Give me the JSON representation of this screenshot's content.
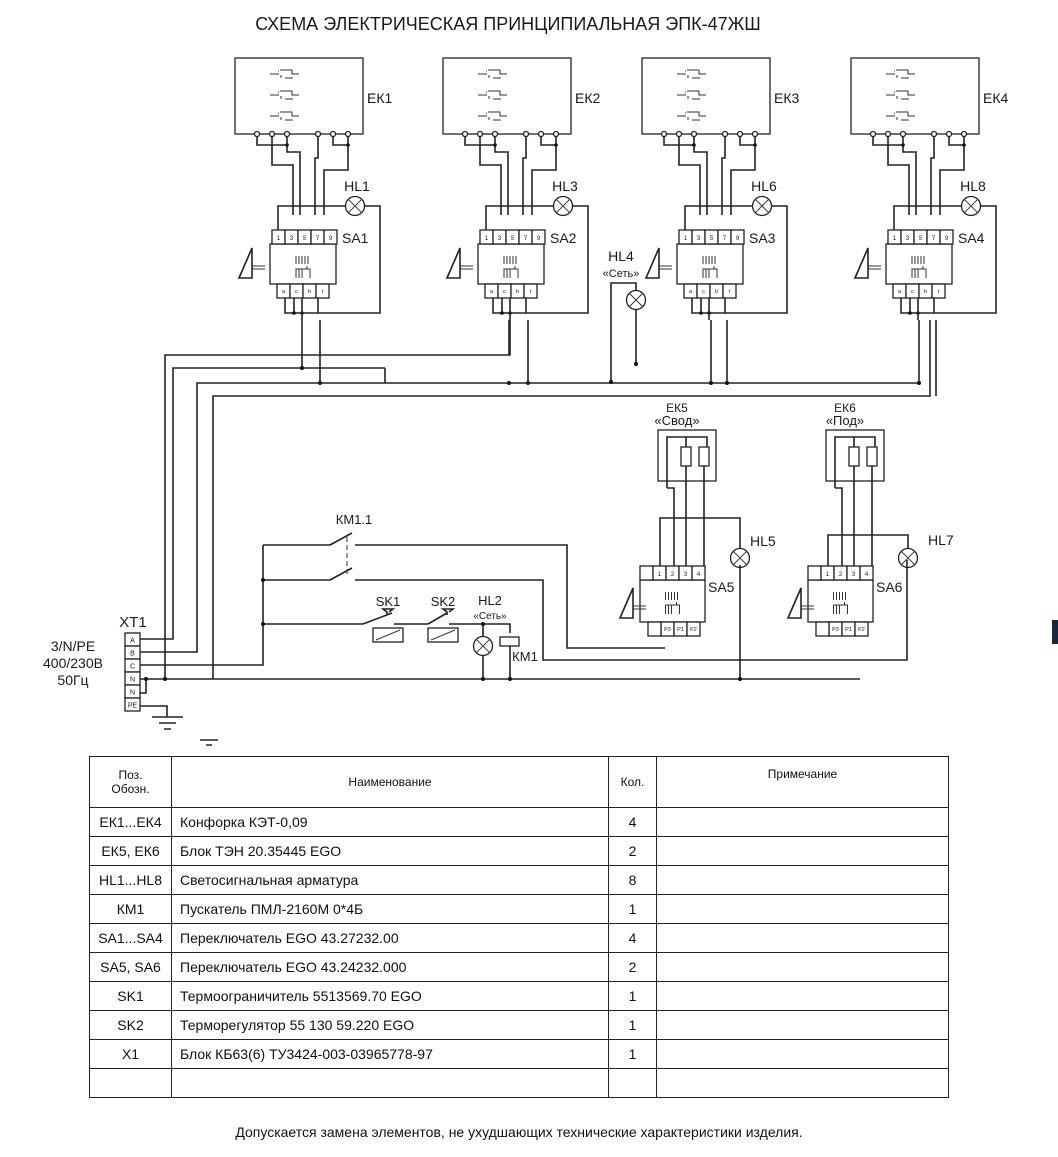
{
  "title": "СХЕМА ЭЛЕКТРИЧЕСКАЯ ПРИНЦИПИАЛЬНАЯ ЭПК-47ЖШ",
  "burners": [
    {
      "label": "ЕК1",
      "switch": "SA1",
      "lamp": "HL1",
      "switch_pins_top": [
        "1",
        "3",
        "5",
        "7",
        "9"
      ],
      "switch_pins_bottom": [
        "a",
        "c",
        "b",
        "r"
      ]
    },
    {
      "label": "ЕК2",
      "switch": "SA2",
      "lamp": "HL3",
      "switch_pins_top": [
        "1",
        "3",
        "5",
        "7",
        "9"
      ],
      "switch_pins_bottom": [
        "a",
        "c",
        "b",
        "r"
      ]
    },
    {
      "label": "ЕК3",
      "switch": "SA3",
      "lamp": "HL6",
      "switch_pins_top": [
        "1",
        "3",
        "5",
        "7",
        "9"
      ],
      "switch_pins_bottom": [
        "a",
        "c",
        "b",
        "r"
      ]
    },
    {
      "label": "ЕК4",
      "switch": "SA4",
      "lamp": "HL8",
      "switch_pins_top": [
        "1",
        "3",
        "5",
        "7",
        "9"
      ],
      "switch_pins_bottom": [
        "a",
        "c",
        "b",
        "r"
      ]
    }
  ],
  "hl4": {
    "label": "HL4",
    "caption": "«Сеть»"
  },
  "ovens": [
    {
      "label": "ЕК5",
      "caption": "«Свод»",
      "switch": "SA5",
      "lamp": "HL5",
      "switch_pins_top": [
        "1",
        "2",
        "3",
        "4"
      ],
      "switch_pins_bottom": [
        "P3",
        "P1",
        "P2"
      ]
    },
    {
      "label": "ЕК6",
      "caption": "«Под»",
      "switch": "SA6",
      "lamp": "HL7",
      "switch_pins_top": [
        "1",
        "2",
        "3",
        "4"
      ],
      "switch_pins_bottom": [
        "P3",
        "P1",
        "P2"
      ]
    }
  ],
  "control": {
    "contactor_contact": "КМ1.1",
    "sk1": "SK1",
    "sk2": "SK2",
    "hl2": {
      "label": "HL2",
      "caption": "«Сеть»"
    },
    "coil": "КМ1"
  },
  "terminal": {
    "label": "XT1",
    "pins": [
      "A",
      "B",
      "C",
      "N",
      "N",
      "PE"
    ],
    "supply": [
      "3/N/PE",
      "400/230В",
      "50Гц"
    ]
  },
  "table": {
    "headers": {
      "pos": "Поз. Обозн.",
      "pos_line1": "Поз.",
      "pos_line2": "Обозн.",
      "name": "Наименование",
      "qty": "Кол.",
      "note": "Примечание"
    },
    "rows": [
      {
        "pos": "ЕК1...ЕК4",
        "name": "Конфорка КЭТ-0,09",
        "qty": "4",
        "note": ""
      },
      {
        "pos": "ЕК5, ЕК6",
        "name": "Блок ТЭН 20.35445 EGO",
        "qty": "2",
        "note": ""
      },
      {
        "pos": "HL1...HL8",
        "name": "Светосигнальная арматура",
        "qty": "8",
        "note": ""
      },
      {
        "pos": "КМ1",
        "name": "Пускатель ПМЛ-2160М 0*4Б",
        "qty": "1",
        "note": ""
      },
      {
        "pos": "SA1...SA4",
        "name": "Переключатель EGO 43.27232.00",
        "qty": "4",
        "note": ""
      },
      {
        "pos": "SA5, SA6",
        "name": "Переключатель EGO 43.24232.000",
        "qty": "2",
        "note": ""
      },
      {
        "pos": "SK1",
        "name": "Термоограничитель 5513569.70 EGO",
        "qty": "1",
        "note": ""
      },
      {
        "pos": "SK2",
        "name": "Терморегулятор 55 130 59.220 EGO",
        "qty": "1",
        "note": ""
      },
      {
        "pos": "X1",
        "name": "Блок КБ63(6) ТУ3424-003-03965778-97",
        "qty": "1",
        "note": ""
      },
      {
        "pos": "",
        "name": "",
        "qty": "",
        "note": ""
      }
    ]
  },
  "footnote": "Допускается замена элементов, не ухудшающих технические характеристики изделия."
}
